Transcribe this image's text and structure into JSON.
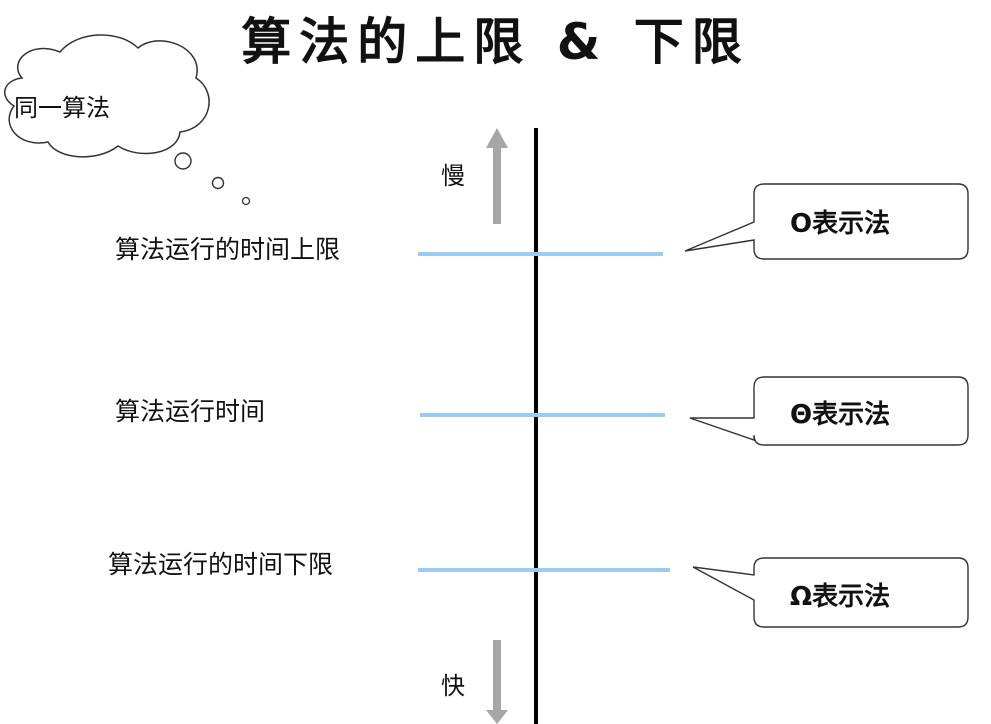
{
  "title": "算法的上限 & 下限",
  "thought_cloud": {
    "text": "同一算法"
  },
  "axis": {
    "slow_label": "慢",
    "fast_label": "快"
  },
  "levels": [
    {
      "label": "算法运行的时间上限",
      "notation": "O表示法"
    },
    {
      "label": "算法运行时间",
      "notation": "Θ表示法"
    },
    {
      "label": "算法运行的时间下限",
      "notation": "Ω表示法"
    }
  ],
  "colors": {
    "level_line": "#9ccbf0",
    "arrow": "#a6a6a6",
    "axis": "#000000"
  }
}
